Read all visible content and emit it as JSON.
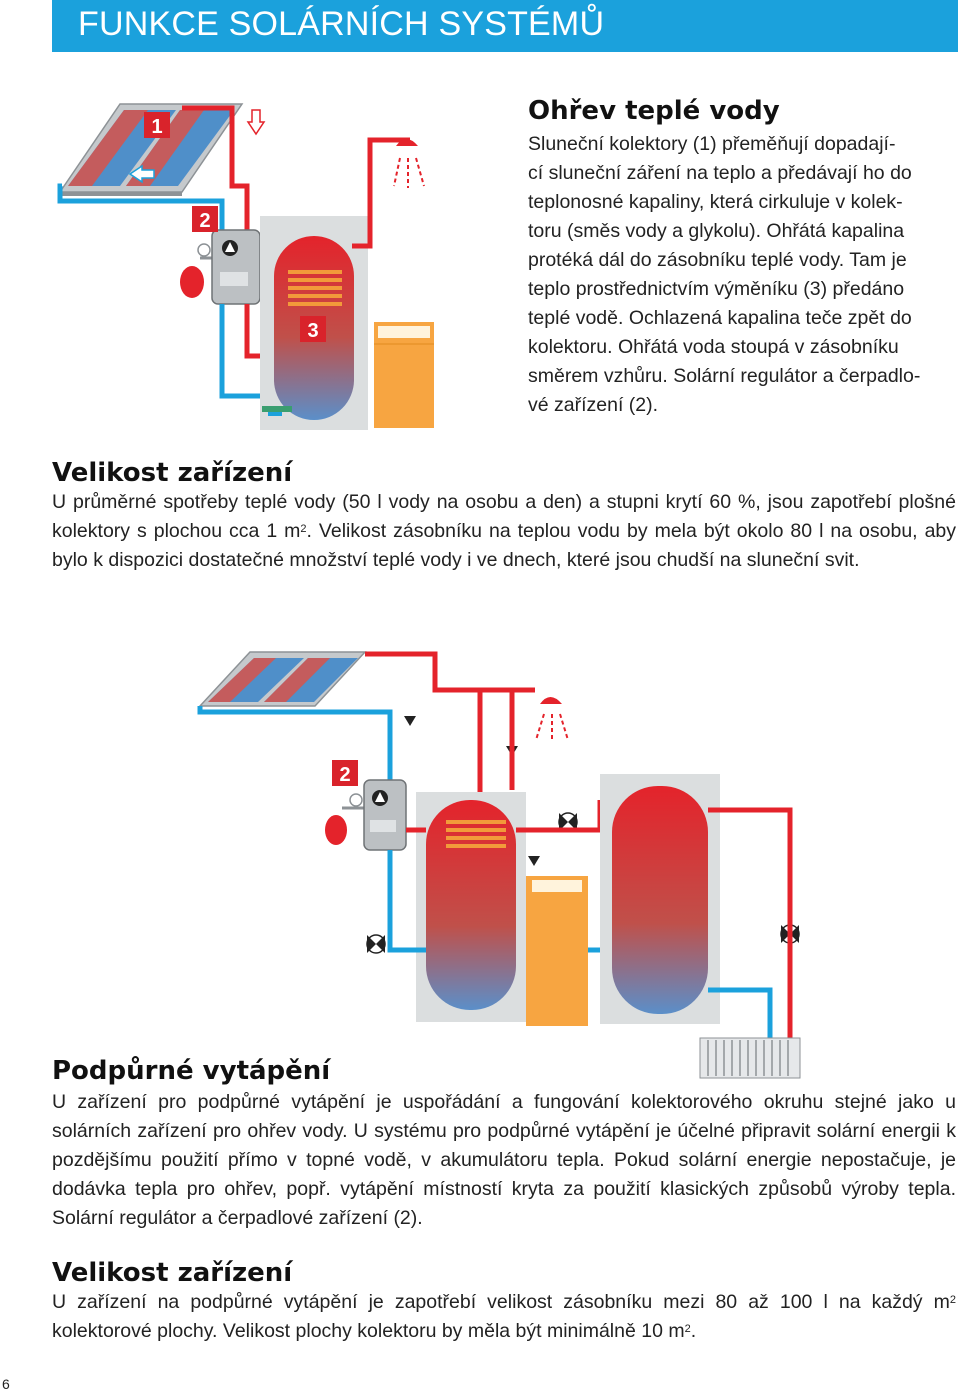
{
  "header": {
    "title": "FUNKCE SOLÁRNÍCH SYSTÉMŮ"
  },
  "section1": {
    "heading": "Ohřev teplé vody",
    "lines": [
      "Sluneční kolektory (1) přeměňují dopadají-",
      "cí sluneční záření na teplo a předávají ho do",
      "teplonosné kapaliny, která cirkuluje v kolek-",
      "toru (směs vody a glykolu). Ohřátá kapalina",
      "protéká dál do zásobníku teplé vody. Tam je",
      "teplo prostřednictvím výměníku (3) předáno",
      "teplé vodě. Ochlazená kapalina teče zpět do",
      "kolektoru. Ohřátá voda stoupá v zásobníku",
      "směrem vzhůru. Solární regulátor a čerpadlo-",
      "vé zařízení (2)."
    ]
  },
  "section2": {
    "heading": "Velikost zařízení",
    "part1": "U průměrné spotřeby teplé vody (50 l vody na osobu a den) a stupni krytí 60 %, jsou zapotřebí plošné kolektory s plochou cca 1 m",
    "sup": "2",
    "part2": ". Velikost zásobníku na teplou vodu by mela být okolo 80 l na osobu, aby bylo k dispozici dostatečné množství teplé vody i ve dnech, které jsou chudší na sluneční svit."
  },
  "section3": {
    "heading": "Podpůrné vytápění",
    "text": "U zařízení pro podpůrné vytápění je uspořádání a fungování kolektorového okruhu stejné jako u solárních zařízení pro ohřev vody. U systému pro podpůrné vytápění je účelné připravit solární energii k pozdějšímu použití přímo v topné vodě, v akumulátoru tepla. Pokud solární energie nepostačuje, je dodávka tepla pro ohřev, popř. vytápění místností kryta za použití klasických způsobů výroby tepla. Solární regulátor a čerpadlové zařízení (2)."
  },
  "section4": {
    "heading": "Velikost zařízení",
    "part1": "U zařízení na podpůrné vytápění je zapotřebí velikost zásobníku mezi 80 až 100 l na každý m",
    "sup1": "2",
    "part2": " kolektorové plochy. Velikost plochy kolektoru by měla být minimálně 10 m",
    "sup2": "2",
    "part3": "."
  },
  "diagram1": {
    "labels": [
      "1",
      "2",
      "3"
    ]
  },
  "diagram2": {
    "labels": [
      "2"
    ]
  },
  "colors": {
    "banner": "#1ba1dc",
    "pipe_hot": "#e4232b",
    "pipe_cold": "#1ba1dc",
    "tank_top": "#e4232b",
    "tank_bottom": "#5b8fc9",
    "boiler": "#f7a541",
    "label_box": "#d9232b"
  },
  "footer": {
    "page_number": "6"
  }
}
